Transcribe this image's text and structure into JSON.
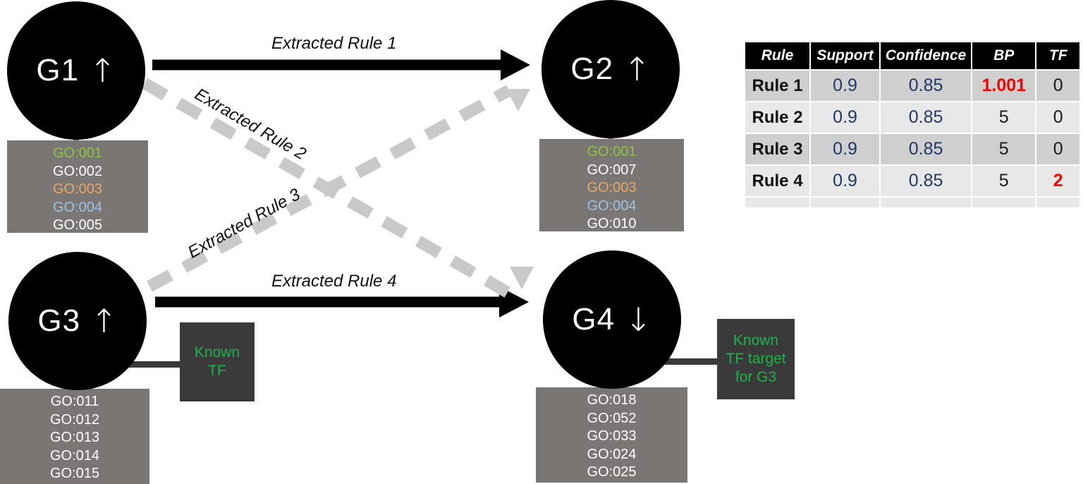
{
  "diagram": {
    "nodes": [
      {
        "id": "G1",
        "label": "G1",
        "direction": "↑",
        "go_terms": [
          {
            "text": "GO:001",
            "color": "#8cc63f"
          },
          {
            "text": "GO:002",
            "color": "#ffffff"
          },
          {
            "text": "GO:003",
            "color": "#e8a767"
          },
          {
            "text": "GO:004",
            "color": "#9dc3e6"
          },
          {
            "text": "GO:005",
            "color": "#ffffff"
          }
        ]
      },
      {
        "id": "G2",
        "label": "G2",
        "direction": "↑",
        "go_terms": [
          {
            "text": "GO:001",
            "color": "#8cc63f"
          },
          {
            "text": "GO:007",
            "color": "#ffffff"
          },
          {
            "text": "GO:003",
            "color": "#e8a767"
          },
          {
            "text": "GO:004",
            "color": "#9dc3e6"
          },
          {
            "text": "GO:010",
            "color": "#ffffff"
          }
        ]
      },
      {
        "id": "G3",
        "label": "G3",
        "direction": "↑",
        "go_terms": [
          {
            "text": "GO:011",
            "color": "#ffffff"
          },
          {
            "text": "GO:012",
            "color": "#ffffff"
          },
          {
            "text": "GO:013",
            "color": "#ffffff"
          },
          {
            "text": "GO:014",
            "color": "#ffffff"
          },
          {
            "text": "GO:015",
            "color": "#ffffff"
          }
        ]
      },
      {
        "id": "G4",
        "label": "G4",
        "direction": "↓",
        "go_terms": [
          {
            "text": "GO:018",
            "color": "#ffffff"
          },
          {
            "text": "GO:052",
            "color": "#ffffff"
          },
          {
            "text": "GO:033",
            "color": "#ffffff"
          },
          {
            "text": "GO:024",
            "color": "#ffffff"
          },
          {
            "text": "GO:025",
            "color": "#ffffff"
          }
        ]
      }
    ],
    "edges": [
      {
        "id": "rule1",
        "label": "Extracted Rule 1",
        "style": "solid",
        "color": "#000000",
        "from": "G1",
        "to": "G2"
      },
      {
        "id": "rule2",
        "label": "Extracted Rule 2",
        "style": "dashed",
        "color": "#c9c9c9",
        "from": "G1",
        "to": "G4"
      },
      {
        "id": "rule3",
        "label": "Extracted Rule 3",
        "style": "dashed",
        "color": "#c9c9c9",
        "from": "G3",
        "to": "G2"
      },
      {
        "id": "rule4",
        "label": "Extracted Rule 4",
        "style": "solid",
        "color": "#000000",
        "from": "G3",
        "to": "G4"
      }
    ],
    "annotations": [
      {
        "id": "tf-g3",
        "lines": [
          "Known",
          "TF"
        ],
        "color": "#22b14c"
      },
      {
        "id": "tf-g4",
        "lines": [
          "Known",
          "TF target",
          "for G3"
        ],
        "color": "#22b14c"
      }
    ]
  },
  "table": {
    "headers": [
      "Rule",
      "Support",
      "Confidence",
      "BP",
      "TF"
    ],
    "rows": [
      {
        "rule": "Rule 1",
        "support": "0.9",
        "confidence": "0.85",
        "bp": "1.001",
        "tf": "0",
        "bp_highlight": true,
        "tf_highlight": false
      },
      {
        "rule": "Rule 2",
        "support": "0.9",
        "confidence": "0.85",
        "bp": "5",
        "tf": "0",
        "bp_highlight": false,
        "tf_highlight": false
      },
      {
        "rule": "Rule 3",
        "support": "0.9",
        "confidence": "0.85",
        "bp": "5",
        "tf": "0",
        "bp_highlight": false,
        "tf_highlight": false
      },
      {
        "rule": "Rule 4",
        "support": "0.9",
        "confidence": "0.85",
        "bp": "5",
        "tf": "2",
        "bp_highlight": false,
        "tf_highlight": true
      }
    ]
  }
}
